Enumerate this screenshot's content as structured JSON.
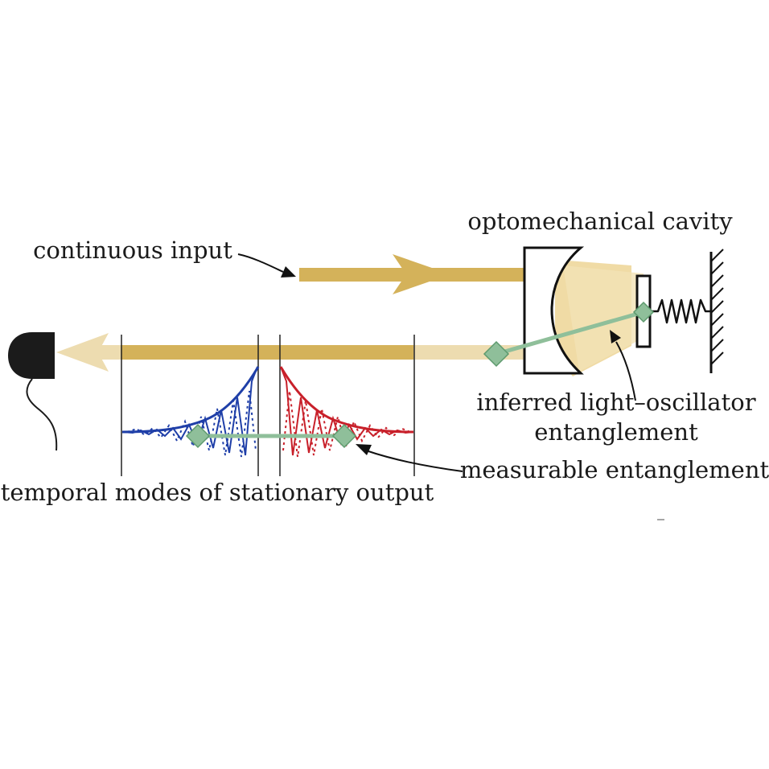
{
  "labels": {
    "optomechanical_cavity": "optomechanical cavity",
    "continuous_input": "continuous input",
    "inferred_line1": "inferred light–oscillator",
    "inferred_line2": "entanglement",
    "measurable": "measurable entanglement",
    "temporal": "temporal modes of stationary output"
  },
  "colors": {
    "beam": "#d4b25a",
    "beam_light": "#ecdcae",
    "glow": "#f0dba0",
    "entanglement": "#8fbf9a",
    "entanglement_stroke": "#5e9a6e",
    "mode_blue": "#1f3fa8",
    "mode_red": "#c8202a",
    "ink": "#111111"
  }
}
